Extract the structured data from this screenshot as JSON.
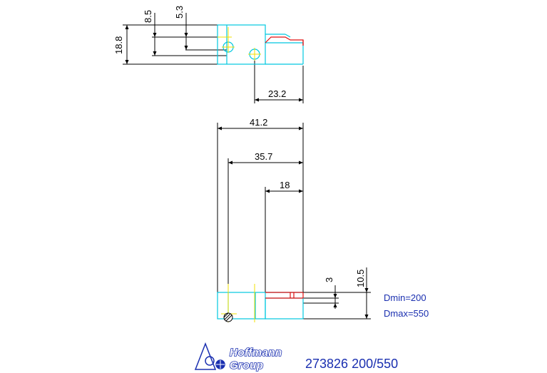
{
  "top_view": {
    "dims": {
      "d1": "8.5",
      "d2": "5.3",
      "d3": "18.8",
      "d4": "23.2"
    }
  },
  "front_view": {
    "dims": {
      "d1": "41.2",
      "d2": "35.7",
      "d3": "18",
      "d4": "3",
      "d5": "10.5"
    }
  },
  "notes": {
    "dmin": "Dmin=200",
    "dmax": "Dmax=550"
  },
  "footer": {
    "logo_line1": "Hoffmann",
    "logo_line2": "Group",
    "part_number": "273826 200/550"
  },
  "colors": {
    "outline": "#00c8e0",
    "red": "#e01010",
    "yellow": "#f0e000",
    "brand": "#1a2fb0"
  }
}
